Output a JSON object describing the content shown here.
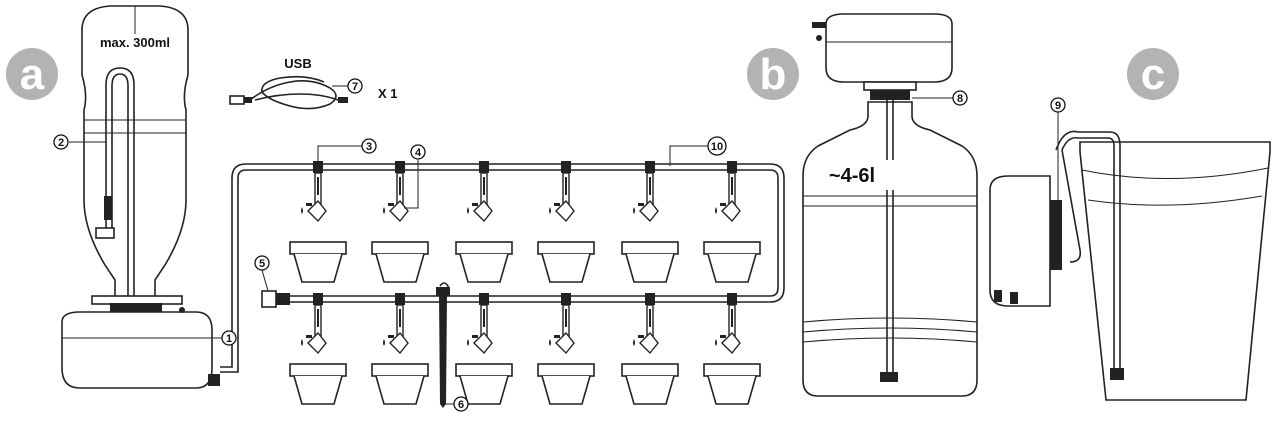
{
  "bottle_label": "max. 300ml",
  "usb_label": "USB",
  "usb_qty": "X 1",
  "jug_label": "~4-6l",
  "sections": {
    "a": "a",
    "b": "b",
    "c": "c"
  },
  "callouts": {
    "c1": "1",
    "c2": "2",
    "c3": "3",
    "c4": "4",
    "c5": "5",
    "c6": "6",
    "c7": "7",
    "c8": "8",
    "c9": "9",
    "c10": "10"
  },
  "colors": {
    "badge": "#b3b3b3",
    "line": "#222222",
    "background": "#ffffff"
  },
  "icons": [
    "plastic-bottle",
    "pump-unit",
    "usb-cable",
    "drip-tube",
    "drip-valve",
    "flower-pot",
    "ground-stake",
    "water-jug",
    "bucket"
  ]
}
